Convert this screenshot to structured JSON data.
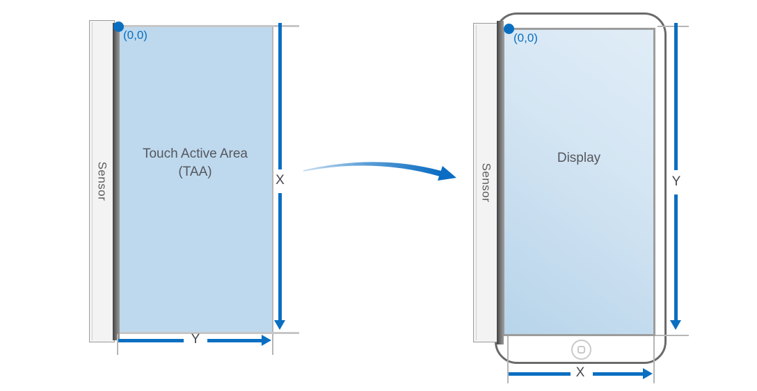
{
  "colors": {
    "accent_blue": "#0a6fc1",
    "area_fill_blue": "#bed9ed",
    "sensor_strip_dark": "#424242",
    "sensor_bar_light": "#f3f3f3",
    "phone_outline_gray": "#6a6a6a",
    "dimension_extent_gray": "#b5b5b5",
    "label_gray": "#55565e"
  },
  "left_diagram": {
    "sensor_label": "Sensor",
    "origin_label": "(0,0)",
    "area_label": "Touch Active Area",
    "area_sublabel": "(TAA)",
    "vertical_dimension_label": "X",
    "horizontal_dimension_label": "Y"
  },
  "right_diagram": {
    "sensor_label": "Sensor",
    "origin_label": "(0,0)",
    "area_label": "Display",
    "vertical_dimension_label": "Y",
    "horizontal_dimension_label": "X"
  }
}
